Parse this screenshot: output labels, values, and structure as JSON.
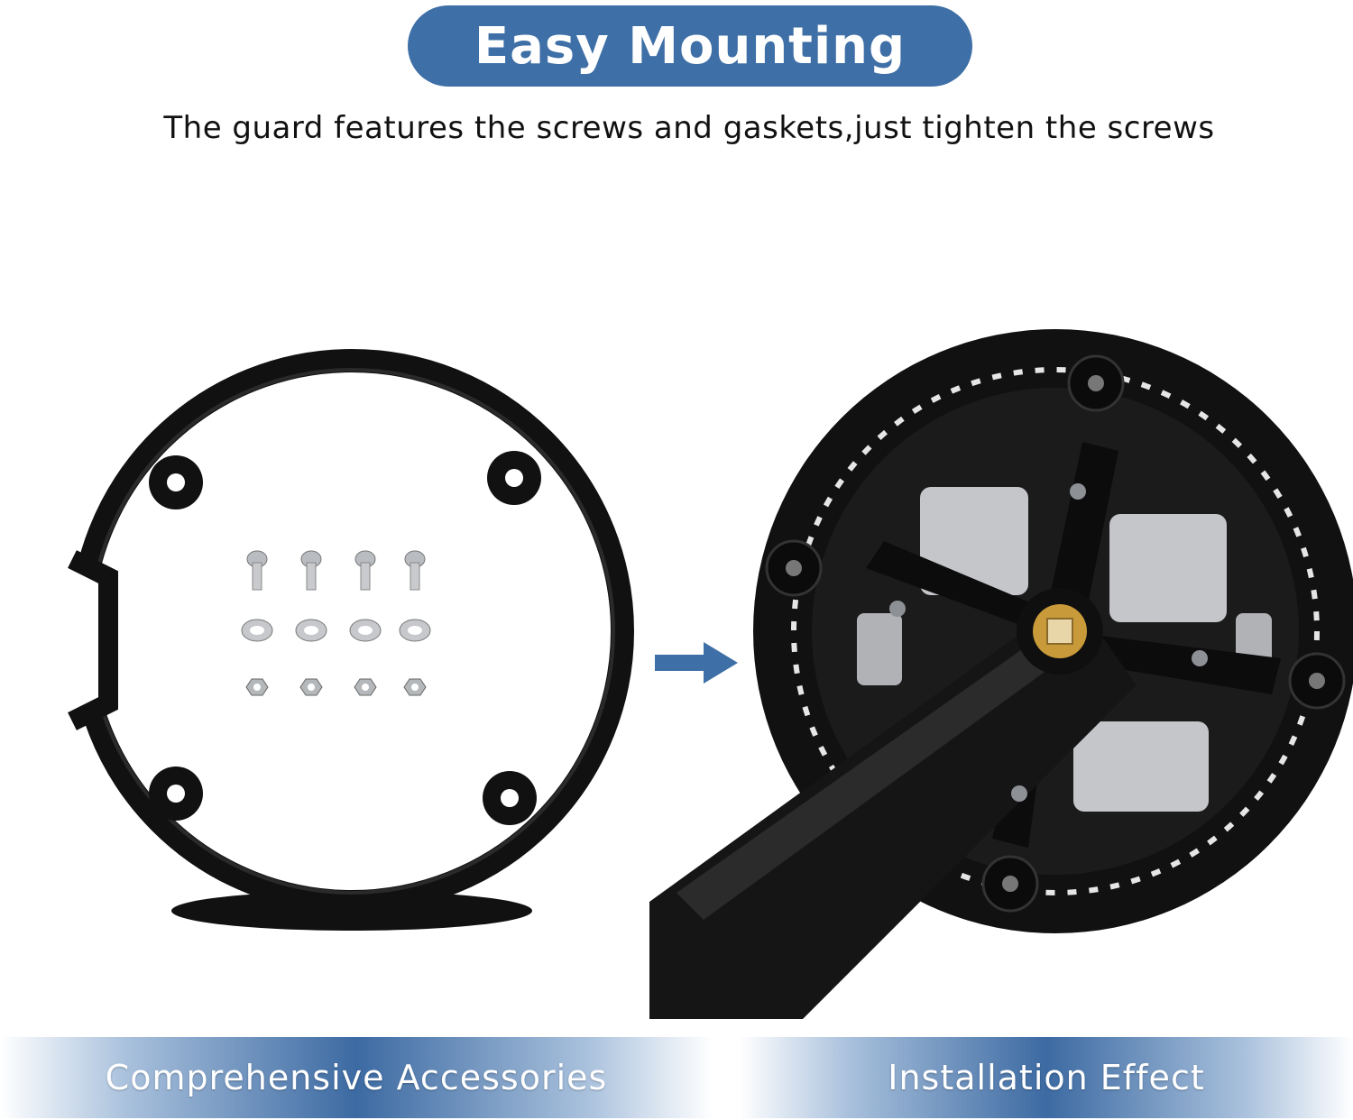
{
  "header": {
    "title": "Easy Mounting",
    "subtitle": "The guard features the screws and gaskets,just tighten the screws"
  },
  "panels": {
    "left_caption": "Comprehensive Accessories",
    "right_caption": "Installation Effect"
  },
  "accessories": {
    "screws": 4,
    "washers": 4,
    "nuts": 4
  },
  "colors": {
    "accent": "#3e6fa6",
    "product": "#111111",
    "hardware": "#b9bcc0"
  },
  "icons": {
    "arrow": "right-arrow-icon"
  }
}
